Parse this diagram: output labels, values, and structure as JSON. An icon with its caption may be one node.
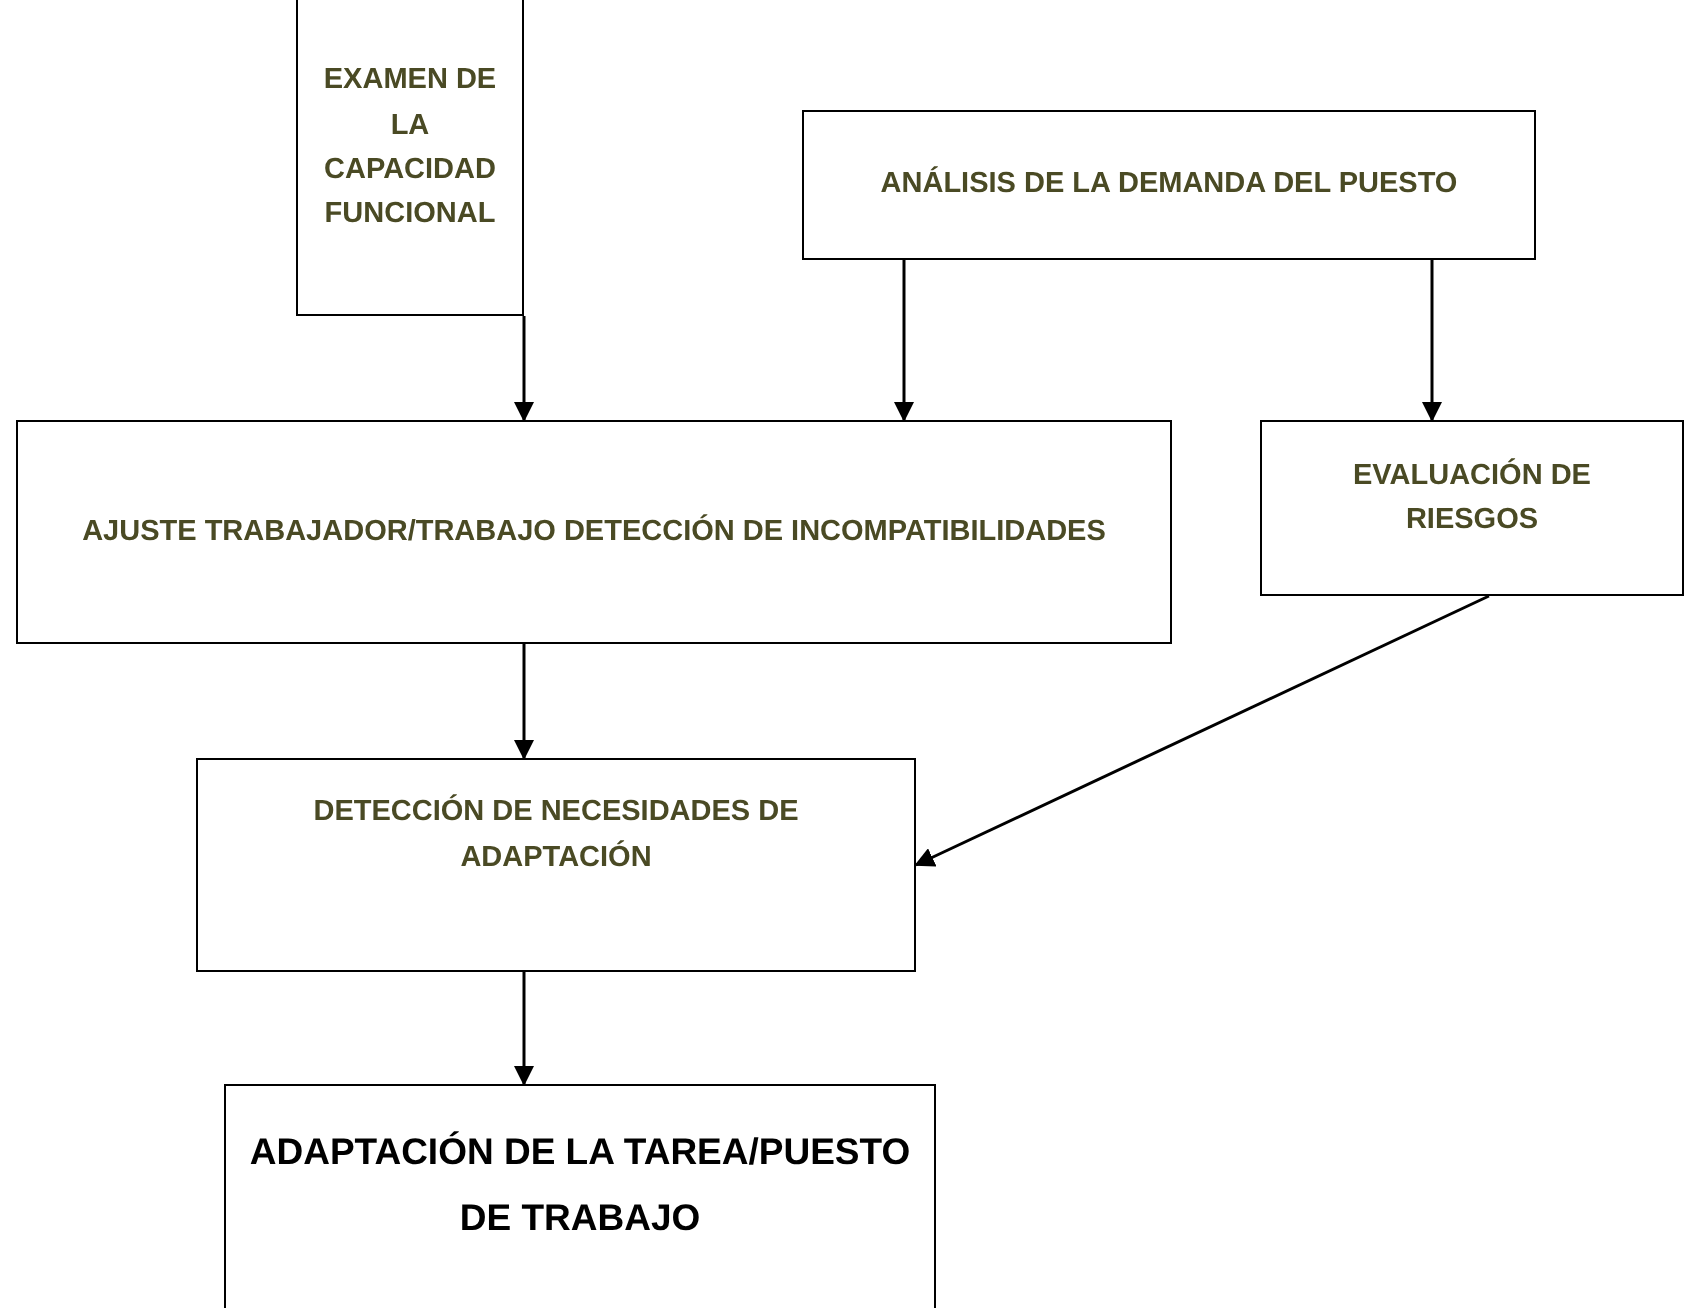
{
  "diagram": {
    "nodes": [
      {
        "text": [
          "EXAMEN DE LA CAPACIDAD FUNCIONAL"
        ]
      },
      {
        "text": [
          "ANÁLISIS DE LA DEMANDA DEL PUESTO"
        ]
      },
      {
        "text": [
          "AJUSTE TRABAJADOR/TRABAJO DETECCIÓN DE INCOMPATIBILIDADES"
        ]
      },
      {
        "text": [
          "EVALUACIÓN DE RIESGOS"
        ]
      },
      {
        "text": [
          "DETECCIÓN DE NECESIDADES DE ADAPTACIÓN"
        ]
      },
      {
        "text": [
          "ADAPTACIÓN DE LA TAREA/PUESTO DE TRABAJO"
        ]
      }
    ],
    "edges": [
      {
        "from": 0,
        "to": 2,
        "arrow": "to"
      },
      {
        "from": 1,
        "to": 2,
        "arrow": "to"
      },
      {
        "from": 1,
        "to": 3,
        "arrow": "to"
      },
      {
        "from": 2,
        "to": 4,
        "arrow": "to"
      },
      {
        "from": 3,
        "to": 4,
        "arrow": "to"
      },
      {
        "from": 4,
        "to": 5,
        "arrow": "to"
      }
    ]
  }
}
